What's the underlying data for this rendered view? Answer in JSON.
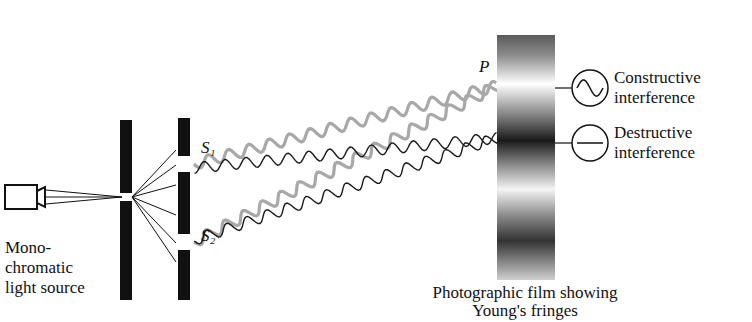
{
  "diagram": {
    "labels": [
      "Mono- chromatic light source",
      "S₁",
      "S₂",
      "P",
      "Constructive interference",
      "Destructive interference",
      "Photographic film showing Young's fringes"
    ]
  }
}
